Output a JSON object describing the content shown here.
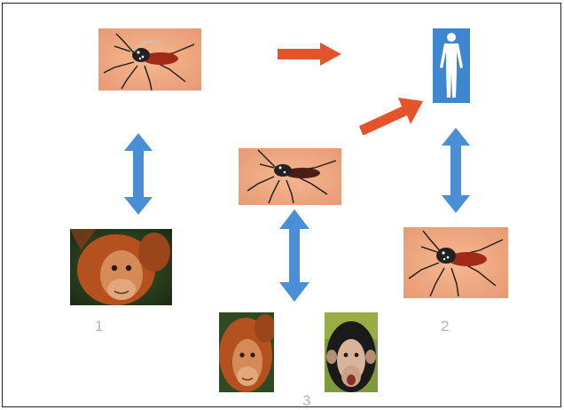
{
  "colors": {
    "background": "#ffffff",
    "border": "#222222",
    "arrow_blue": "#4a8fd6",
    "arrow_orange": "#e5532a",
    "human_panel": "#3f86d0",
    "mosquito_skin": "#f0a981",
    "label_gray": "#b3b3b3"
  },
  "icons": {
    "mosquito": "mosquito-photo",
    "human": "human-silhouette-icon",
    "orangutan": "orangutan-photo",
    "chimpanzee": "chimpanzee-photo"
  },
  "labels": {
    "one": "1",
    "two": "2",
    "three": "3"
  }
}
